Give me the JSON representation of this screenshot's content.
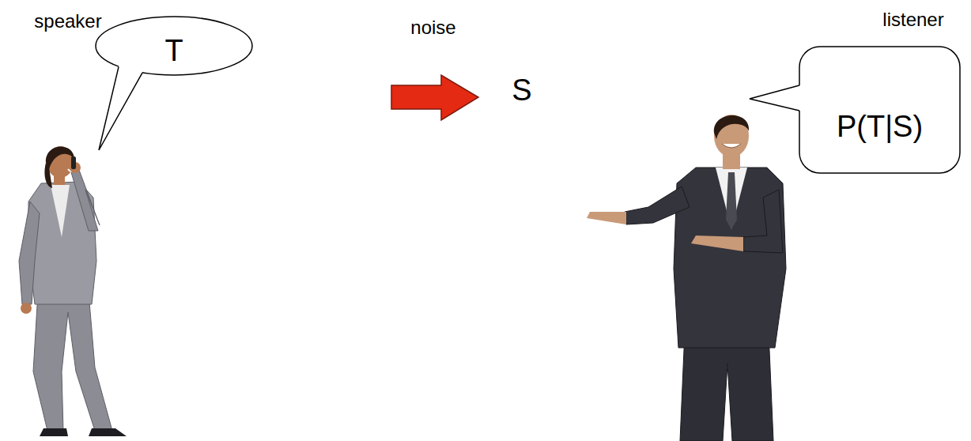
{
  "diagram": {
    "nodes": [
      {
        "text": [
          "T"
        ]
      },
      {
        "text": [
          "P(T|S)"
        ]
      }
    ],
    "labels": [
      "speaker",
      "noise",
      "S",
      "listener"
    ]
  }
}
